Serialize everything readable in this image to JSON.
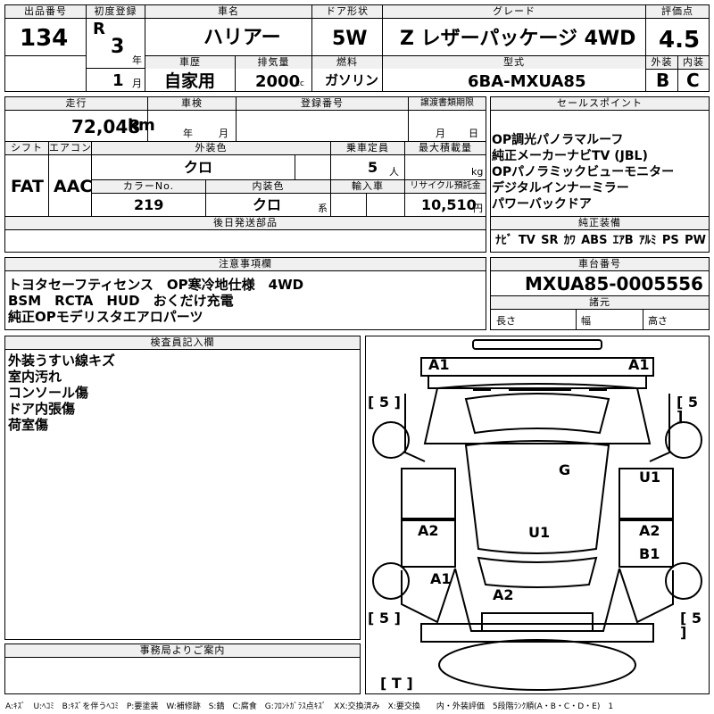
{
  "header": {
    "lot_label": "出品番号",
    "lot": "134",
    "reg_label": "初度登録",
    "era": "R",
    "year": "3",
    "year_unit": "年",
    "month": "1",
    "month_unit": "月",
    "name_label": "車名",
    "name": "ハリアー",
    "door_label": "ドア形状",
    "door": "5W",
    "grade_label": "グレード",
    "grade": "Z レザーパッケージ 4WD",
    "score_label": "評価点",
    "score": "4.5",
    "history_label": "車歴",
    "history": "自家用",
    "disp_label": "排気量",
    "disp": "2000",
    "disp_unit": "cc",
    "fuel_label": "燃料",
    "fuel": "ガソリン",
    "model_label": "型式",
    "model": "6BA-MXUA85",
    "ext_grade_label": "外装",
    "ext_grade": "B",
    "int_grade_label": "内装",
    "int_grade": "C"
  },
  "row2": {
    "mileage_label": "走行",
    "mileage": "72,048",
    "mileage_unit": "km",
    "inspection_label": "車検",
    "ins_year_unit": "年",
    "ins_month_unit": "月",
    "plate_label": "登録番号",
    "transfer_label": "譲渡書類期限",
    "tr_month_unit": "月",
    "tr_day_unit": "日",
    "shift_label": "シフト",
    "shift": "FAT",
    "ac_label": "エアコン",
    "ac": "AAC",
    "ext_color_label": "外装色",
    "ext_color": "クロ",
    "capacity_label": "乗車定員",
    "capacity": "5",
    "capacity_unit": "人",
    "load_label": "最大積載量",
    "load_unit": "kg",
    "color_no_label": "カラーNo.",
    "color_no": "219",
    "int_color_label": "内装色",
    "int_color": "クロ",
    "int_color_unit": "系",
    "import_label": "輸入車",
    "recycle_label": "リサイクル預託金",
    "recycle": "10,510",
    "recycle_unit": "円",
    "later_label": "後日発送部品"
  },
  "sales_points": {
    "label": "セールスポイント",
    "items": [
      "OP調光パノラマルーフ",
      "純正メーカーナビTV (JBL)",
      "OPパノラミックビューモニター",
      "デジタルインナーミラー",
      "パワーバックドア"
    ]
  },
  "equipment": {
    "label": "純正装備",
    "items": [
      "ﾅﾋﾞ",
      "TV",
      "SR",
      "ｶﾜ",
      "ABS",
      "ｴｱB",
      "ｱﾙﾐ",
      "PS",
      "PW"
    ]
  },
  "notes": {
    "label": "注意事項欄",
    "lines": [
      "トヨタセーフティセンス　OP寒冷地仕様　4WD",
      "BSM　RCTA　HUD　おくだけ充電",
      "純正OPモデリスタエアロパーツ"
    ]
  },
  "chassis": {
    "label": "車台番号",
    "value": "MXUA85-0005556",
    "dims_label": "諸元",
    "length_label": "長さ",
    "width_label": "幅",
    "height_label": "高さ"
  },
  "inspector": {
    "label": "検査員記入欄",
    "lines": [
      "外装うすい線キズ",
      "室内汚れ",
      "コンソール傷",
      "ドア内張傷",
      "荷室傷"
    ]
  },
  "office": {
    "label": "事務局よりご案内"
  },
  "diagram": {
    "marks": {
      "a1_fl": "A1",
      "a1_fr": "A1",
      "g": "G",
      "u1_r": "U1",
      "a2_l": "A2",
      "u1_c": "U1",
      "a2_r": "A2",
      "b1_r": "B1",
      "a1_rl": "A1",
      "a2_rear": "A2"
    },
    "tires": {
      "fl": "[ 5 ]",
      "fr": "[ 5 ]",
      "rl": "[ 5 ]",
      "rr": "[ 5 ]",
      "spare": "[ T ]"
    }
  },
  "legend": "A:ｷｽﾞ　U:ﾍｺﾐ　B:ｷｽﾞを伴うﾍｺﾐ　P:要塗装　W:補修跡　S:錆　C:腐食　G:ﾌﾛﾝﾄｶﾞﾗｽ点ｷｽﾞ　XX:交換済み　X:要交換　　内・外装評価　5段階ﾗﾝｸ順(A・B・C・D・E)　1"
}
